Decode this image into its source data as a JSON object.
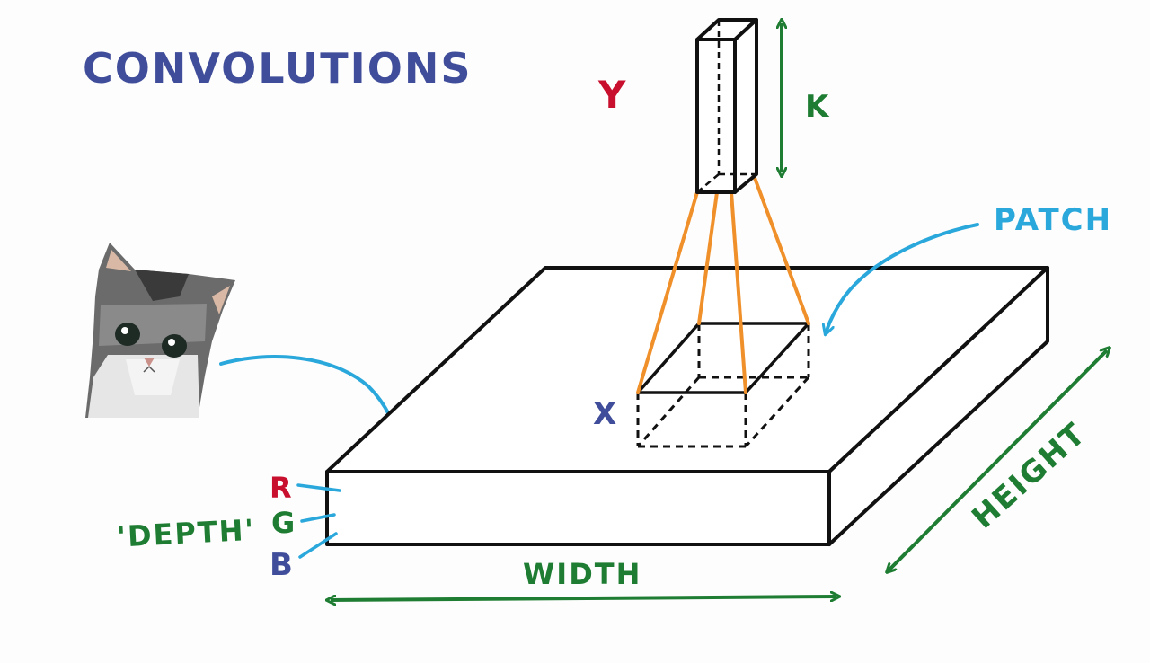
{
  "title": "CONVOLUTIONS",
  "labels": {
    "output": "Y",
    "output_depth": "K",
    "input": "X",
    "patch": "PATCH",
    "depth": "'DEPTH'",
    "channel_r": "R",
    "channel_g": "G",
    "channel_b": "B",
    "width": "WIDTH",
    "height": "HEIGHT"
  },
  "colors": {
    "title": "#3f4d9a",
    "red": "#c8102e",
    "green": "#1e7d32",
    "blue_label": "#3f4d9a",
    "cyan": "#2aa8dc",
    "orange": "#f0902a",
    "outline": "#111111"
  },
  "icons": {
    "kitten": "kitten-photo"
  }
}
